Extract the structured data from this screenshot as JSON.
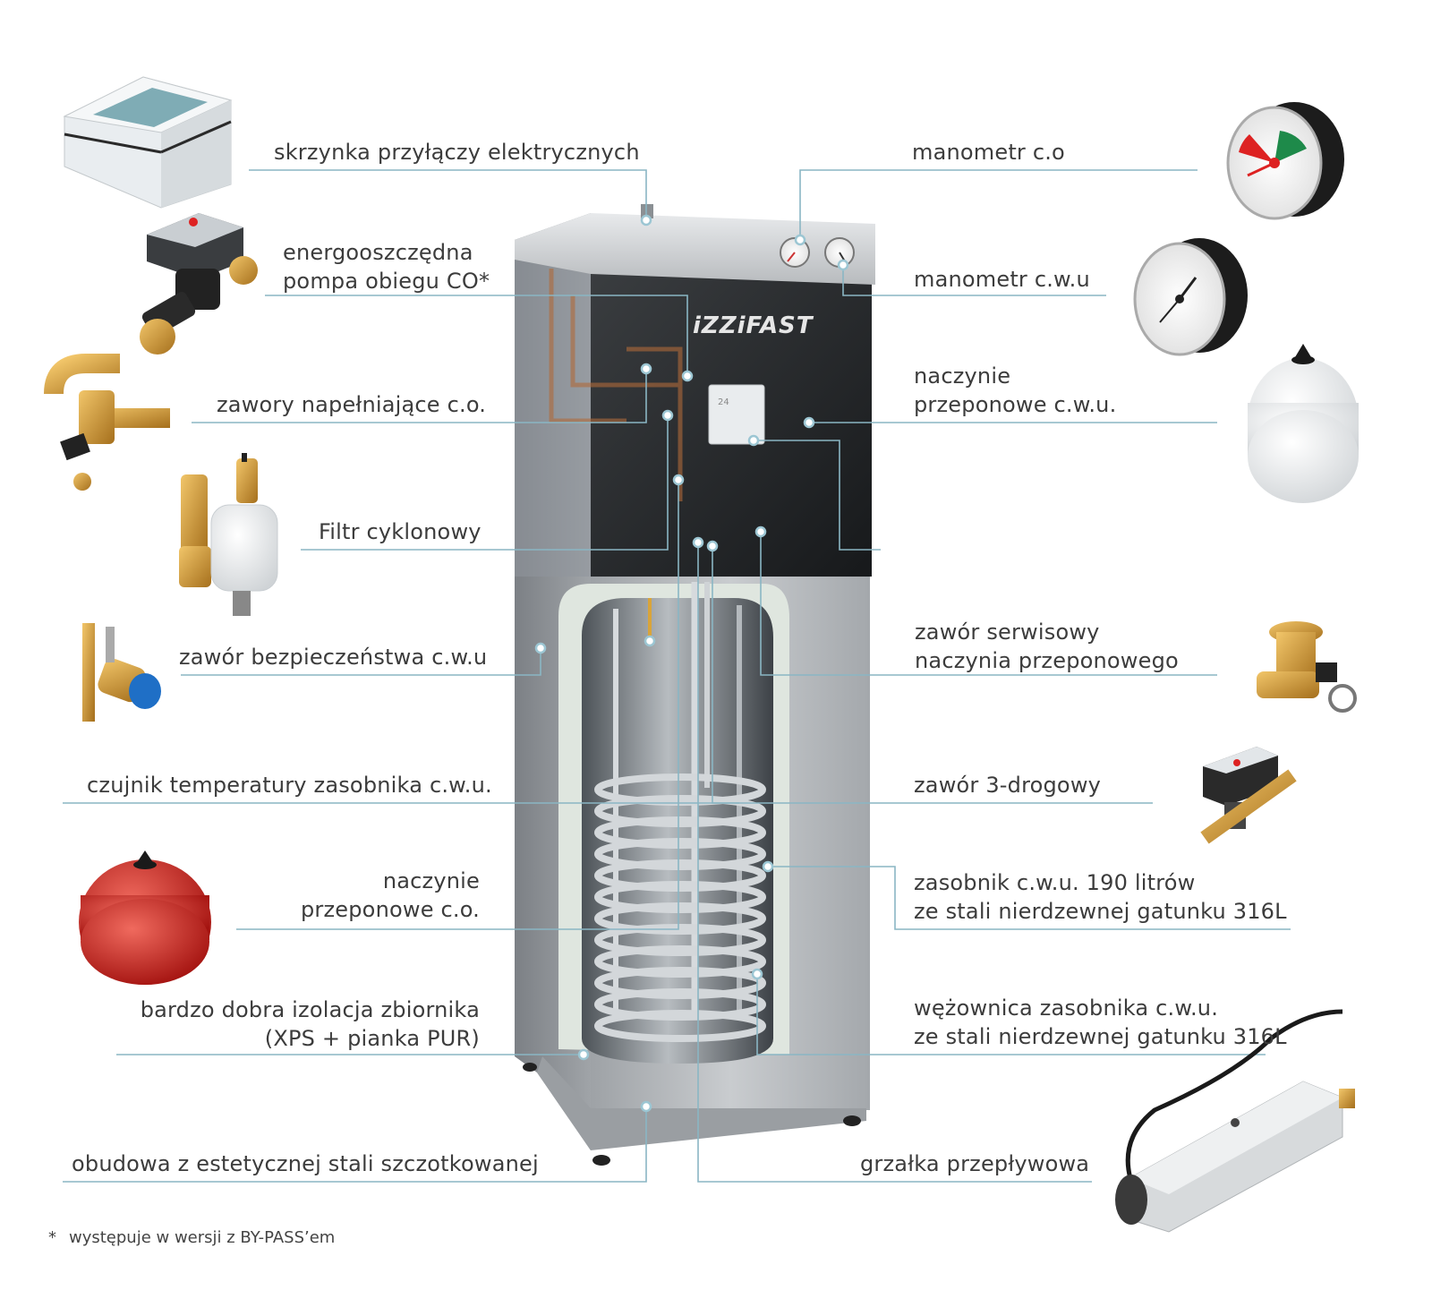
{
  "brand": {
    "logo_text": "iZZiFAST"
  },
  "controller": {
    "display_value": "24"
  },
  "colors": {
    "leader_line": "#8ab6c4",
    "dot_fill": "#ffffff",
    "dot_stroke": "#9cc6d3",
    "label_text": "#3c3c3c",
    "cabinet_steel": "#b9bcbf",
    "cabinet_glass": "#2a2c2e",
    "logo_green": "#7fbf3f",
    "red_vessel": "#d0201c"
  },
  "labels": {
    "electrical_box": "skrzynka przyłączy elektrycznych",
    "pump_line1": "energooszczędna",
    "pump_line2": "pompa obiegu CO*",
    "fill_valves": "zawory napełniające c.o.",
    "cyclone_filter": "Filtr cyklonowy",
    "safety_valve": "zawór bezpieczeństwa c.w.u",
    "temp_sensor": "czujnik temperatury zasobnika c.w.u.",
    "co_vessel_line1": "naczynie",
    "co_vessel_line2": "przeponowe c.o.",
    "insulation_line1": "bardzo dobra izolacja zbiornika",
    "insulation_line2": "(XPS + pianka PUR)",
    "casing": "obudowa z estetycznej stali szczotkowanej",
    "manometer_co": "manometr c.o",
    "manometer_cwu": "manometr c.w.u",
    "cwu_vessel_line1": "naczynie",
    "cwu_vessel_line2": "przeponowe c.w.u.",
    "service_valve_line1": "zawór serwisowy",
    "service_valve_line2": "naczynia przeponowego",
    "three_way_valve": "zawór 3-drogowy",
    "tank_line1": "zasobnik c.w.u. 190 litrów",
    "tank_line2": "ze stali nierdzewnej gatunku 316L",
    "coil_line1": "wężownica zasobnika c.w.u.",
    "coil_line2": "ze stali nierdzewnej gatunku 316L",
    "heater": "grzałka przepływowa"
  },
  "footnote": {
    "marker": "*",
    "text": "występuje w wersji z BY-PASS’em"
  },
  "icons": [
    "electrical-box-icon",
    "circulation-pump-icon",
    "filling-valves-icon",
    "cyclone-filter-icon",
    "safety-valve-icon",
    "red-expansion-vessel-icon",
    "pressure-gauge-icon",
    "white-expansion-vessel-icon",
    "service-valve-icon",
    "three-way-valve-icon",
    "flow-heater-icon"
  ]
}
